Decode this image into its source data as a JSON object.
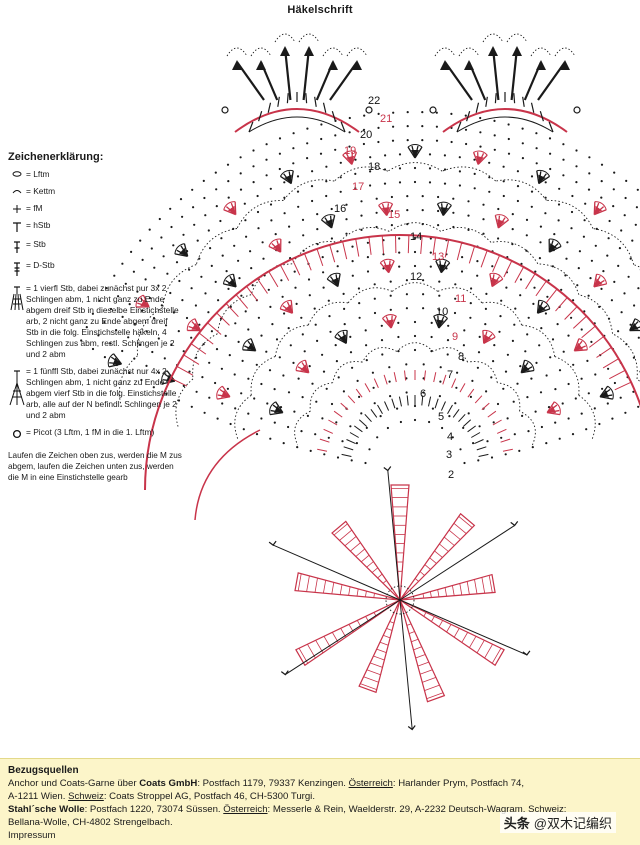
{
  "title": "Häkelschrift",
  "legend": {
    "title": "Zeichenerklärung:",
    "items": [
      {
        "icon": "chain-stitch-oval",
        "text": "Lftm"
      },
      {
        "icon": "slip-stitch-dot",
        "text": "Kettm"
      },
      {
        "icon": "single-crochet-plus",
        "text": "fM"
      },
      {
        "icon": "half-double-crochet-t",
        "text": "hStb"
      },
      {
        "icon": "double-crochet-symbol",
        "text": "Stb"
      },
      {
        "icon": "treble-crochet-symbol",
        "text": "D-Stb"
      },
      {
        "icon": "four-stitch-cluster",
        "text": "1 vierfl Stb, dabei zunächst nur 3x 2 Schlingen abm, 1 nicht ganz zu Ende abgem dreif Stb in dieselbe Einstichstelle arb, 2 nicht ganz zu Ende abgem dreif Stb in die folg. Einstichstelle häkeln, 4 Schlingen zus abm, restl. Schlingen je 2 und 2 abm"
      },
      {
        "icon": "five-stitch-cluster",
        "text": "1 fünffl Stb, dabei zunächst nur 4x 2 Schlingen abm, 1 nicht ganz zu Ende abgem vierf Stb in die folg. Einstichstelle arb, alle auf der N befindl. Schlingen je 2 und 2 abm"
      },
      {
        "icon": "picot-ring",
        "text": "Picot (3 Lftm, 1 fM in die 1. Lftm)"
      }
    ],
    "note": "Laufen die Zeichen oben zus, werden die M zus abgem, laufen die Zeichen unten zus, werden die M in eine Einstichstelle gearb"
  },
  "row_numbers": [
    "2",
    "3",
    "4",
    "5",
    "6",
    "7",
    "8",
    "9",
    "10",
    "11",
    "12",
    "13",
    "14",
    "15",
    "16",
    "17",
    "18",
    "19",
    "20",
    "21",
    "22"
  ],
  "colors": {
    "ink": "#1a1a1a",
    "accent_red": "#c8344a",
    "footer_bg": "#fcf5c9"
  },
  "footer": {
    "title": "Bezugsquellen",
    "line1_a": "Anchor und Coats-Garne über ",
    "line1_b": "Coats GmbH",
    "line1_c": ": Postfach 1179, 79337 Kenzingen. ",
    "line1_d": "Österreich",
    "line1_e": ": Harlander Prym, Postfach 74,",
    "line2_a": "A-1211 Wien. ",
    "line2_b": "Schweiz",
    "line2_c": ": Coats Stroppel AG, Postfach 46, CH-5300 Turgi.",
    "line3_a": "Stahl´sche Wolle",
    "line3_b": ": Postfach 1220, 73074 Süssen. ",
    "line3_c": "Österreich",
    "line3_d": ": Messerle & Rein, Waelderstr. 29, A-2232 Deutsch-Wagram. Schweiz:",
    "line4": "Bellana-Wolle, CH-4802 Strengelbach.",
    "line5": "Impressum"
  },
  "watermark": {
    "logo": "头条",
    "handle": "@双木记编织"
  }
}
